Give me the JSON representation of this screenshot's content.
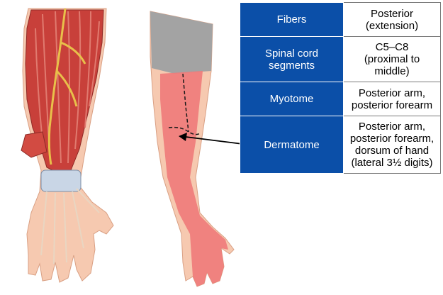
{
  "table": {
    "rows": [
      {
        "label": "Fibers",
        "value": "Posterior\n(extension)"
      },
      {
        "label": "Spinal cord\nsegments",
        "value": "C5–C8\n(proximal to\nmiddle)"
      },
      {
        "label": "Myotome",
        "value": "Posterior arm,\nposterior forearm"
      },
      {
        "label": "Dermatome",
        "value": "Posterior arm,\nposterior forearm,\ndorsum of hand\n(lateral 3½ digits)"
      }
    ]
  },
  "colors": {
    "label_background": "#0b4fa8",
    "label_text": "#ffffff",
    "dermatome_highlight": "#f07a7a",
    "skin": "#f6c9b0",
    "muscle": "#c8403a",
    "nerve": "#e8c04a",
    "tendon": "#c9d6e6",
    "shoulder_gray": "#a3a3a3",
    "arrow": "#000000"
  }
}
